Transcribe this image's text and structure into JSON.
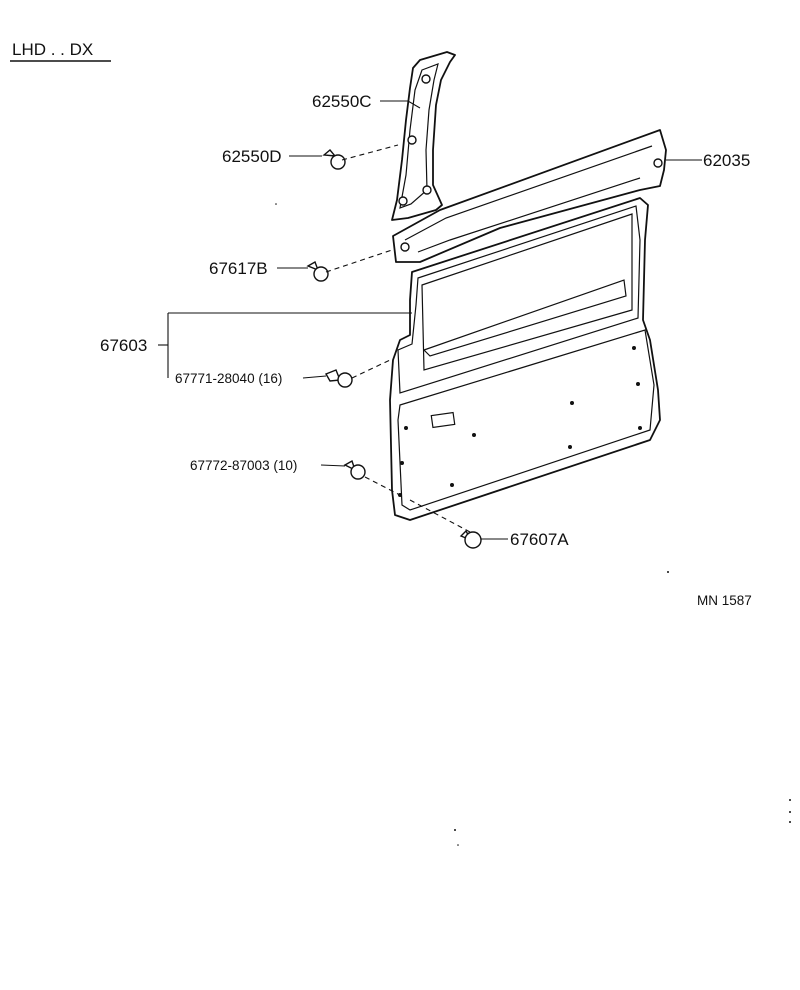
{
  "header": {
    "title": "LHD . . DX"
  },
  "footer": {
    "code": "MN  1587"
  },
  "parts": [
    {
      "id": "p62550C",
      "label": "62550C"
    },
    {
      "id": "p62550D",
      "label": "62550D"
    },
    {
      "id": "p62035",
      "label": "62035"
    },
    {
      "id": "p67617B",
      "label": "67617B"
    },
    {
      "id": "p67603",
      "label": "67603"
    },
    {
      "id": "p67771",
      "label": "67771-28040 (16)"
    },
    {
      "id": "p67772",
      "label": "67772-87003 (10)"
    },
    {
      "id": "p67607A",
      "label": "67607A"
    }
  ]
}
